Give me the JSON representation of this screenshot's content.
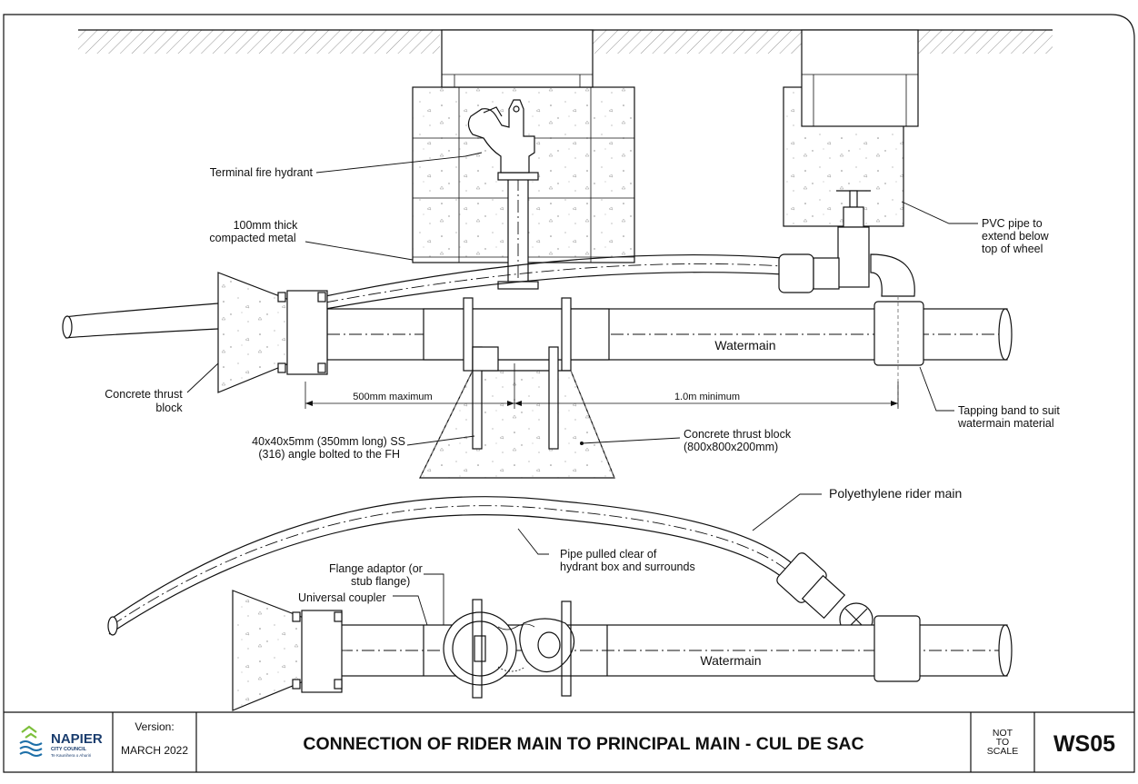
{
  "labels": {
    "hydrant": "Terminal fire hydrant",
    "metal_1": "100mm thick",
    "metal_2": "compacted metal",
    "pvc_1": "PVC pipe to",
    "pvc_2": "extend below",
    "pvc_3": "top of wheel",
    "watermain_upper": "Watermain",
    "thrust_left_1": "Concrete thrust",
    "thrust_left_2": "block",
    "dim_500": "500mm maximum",
    "dim_1m": "1.0m minimum",
    "tapping_1": "Tapping band to suit",
    "tapping_2": "watermain material",
    "angle_1": "40x40x5mm (350mm long) SS",
    "angle_2": "(316) angle bolted to the FH",
    "thrust_block_1": "Concrete thrust block",
    "thrust_block_2": "(800x800x200mm)",
    "rider_main": "Polyethylene rider main",
    "pipe_pulled_1": "Pipe pulled clear of",
    "pipe_pulled_2": "hydrant box and surrounds",
    "flange_1": "Flange adaptor (or",
    "flange_2": "stub flange)",
    "coupler": "Universal coupler",
    "watermain_lower": "Watermain"
  },
  "title_block": {
    "org_name": "NAPIER",
    "org_sub": "CITY COUNCIL",
    "org_motto": "Te Kaunihera o Ahuriri",
    "version_label": "Version:",
    "version_value": "MARCH 2022",
    "title": "CONNECTION OF RIDER MAIN TO PRINCIPAL MAIN - CUL DE SAC",
    "scale_1": "NOT",
    "scale_2": "TO",
    "scale_3": "SCALE",
    "drawing_no": "WS05"
  },
  "colors": {
    "line": "#111111",
    "logo_green": "#7cbf3a",
    "logo_blue": "#1d6fa8"
  }
}
